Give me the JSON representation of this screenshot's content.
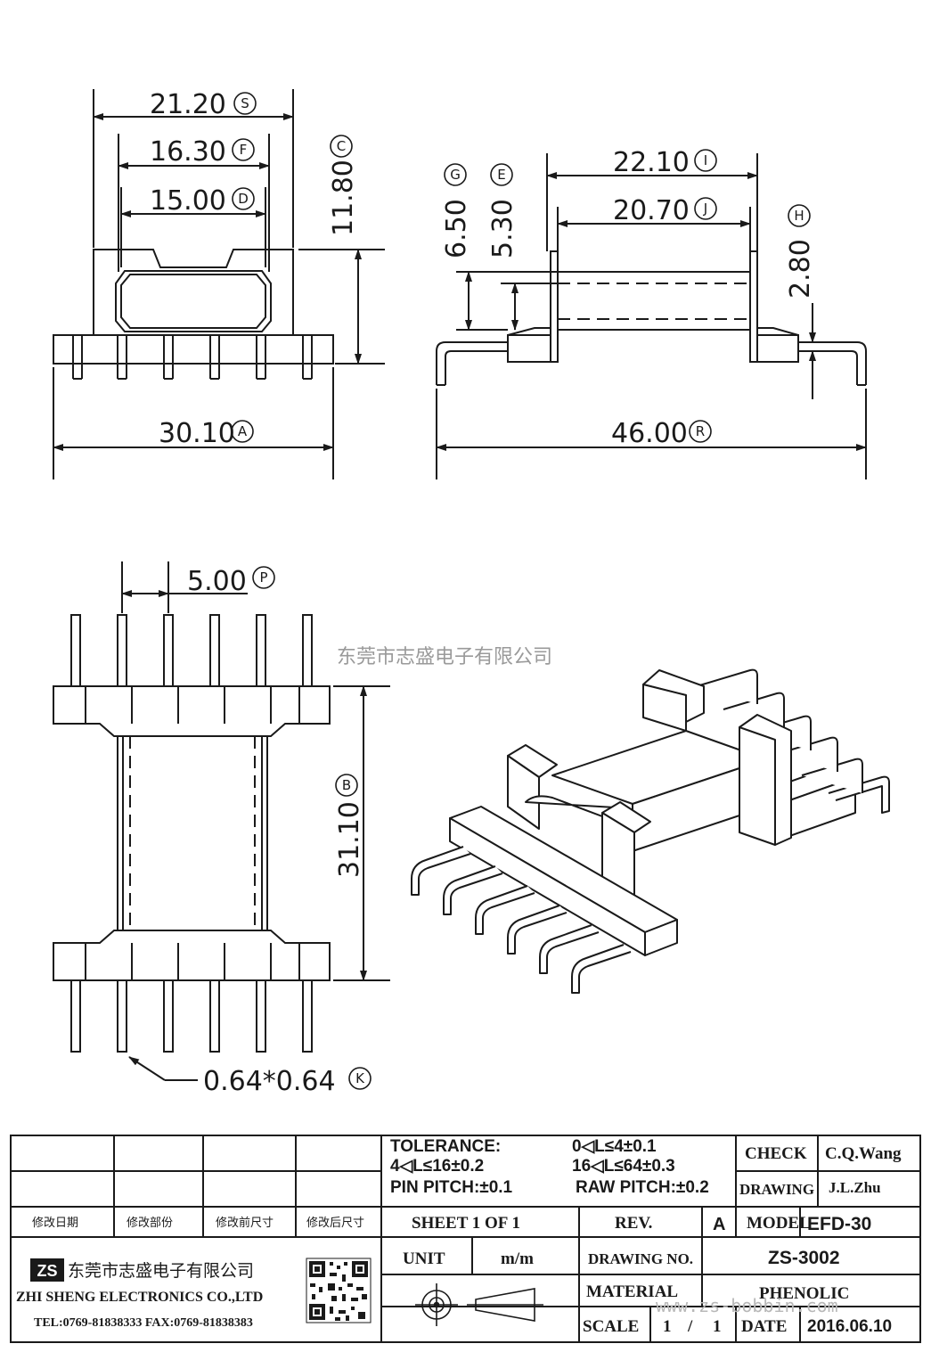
{
  "dimensions": {
    "S": "21.20",
    "F": "16.30",
    "D": "15.00",
    "C": "11.80",
    "A": "30.10",
    "G": "6.50",
    "E": "5.30",
    "I": "22.10",
    "J": "20.70",
    "H": "2.80",
    "R": "46.00",
    "P": "5.00",
    "B": "31.10",
    "K": "0.64*0.64"
  },
  "markers": {
    "S": "S",
    "F": "F",
    "D": "D",
    "C": "C",
    "A": "A",
    "G": "G",
    "E": "E",
    "I": "I",
    "J": "J",
    "H": "H",
    "R": "R",
    "P": "P",
    "B": "B",
    "K": "K"
  },
  "watermark": {
    "text": "东莞市志盛电子有限公司",
    "url": "www.zs-bobbin.com"
  },
  "title_block": {
    "tolerance_label": "TOLERANCE:",
    "tol_1": "0◁L≤4±0.1",
    "tol_2": "4◁L≤16±0.2",
    "tol_3": "16◁L≤64±0.3",
    "pin_pitch": "PIN PITCH:±0.1",
    "raw_pitch": "RAW PITCH:±0.2",
    "check_label": "CHECK",
    "check_value": "C.Q.Wang",
    "drawing_label": "DRAWING",
    "drawing_value": "J.L.Zhu",
    "rev_headers": [
      "修改日期",
      "修改部份",
      "修改前尺寸",
      "修改后尺寸"
    ],
    "sheet": "SHEET  1  OF  1",
    "rev_label": "REV.",
    "rev_value": "A",
    "model_label": "MODEL",
    "model_value": "EFD-30",
    "company_cn": "东莞市志盛电子有限公司",
    "company_en": "ZHI SHENG ELECTRONICS CO.,LTD",
    "company_tel": "TEL:0769-81838333 FAX:0769-81838383",
    "unit_label": "UNIT",
    "unit_value": "m/m",
    "drawing_no_label": "DRAWING  NO.",
    "drawing_no_value": "ZS-3002",
    "material_label": "MATERIAL",
    "material_value": "PHENOLIC",
    "scale_label": "SCALE",
    "scale_1": "1",
    "scale_sep": "/",
    "scale_2": "1",
    "date_label": "DATE",
    "date_value": "2016.06.10"
  }
}
